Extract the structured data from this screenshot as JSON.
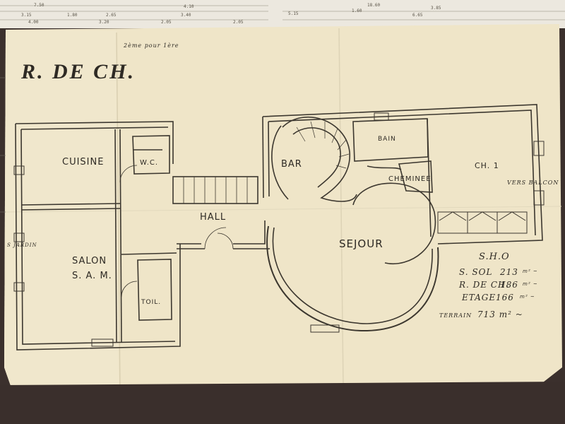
{
  "title": "R. DE CH.",
  "header_note": "2ème pour 1ère",
  "top_dimensions": [
    "7.50",
    "3.15",
    "1.80",
    "2.65",
    "4.00",
    "3.20",
    "4.10",
    "3.40",
    "2.05",
    "2.05",
    "5.15",
    "1.60",
    "18.60",
    "3.85",
    "6.65"
  ],
  "rooms": {
    "cuisine": "CUISINE",
    "wc": "W.C.",
    "salon": "SALON",
    "sam": "S. A. M.",
    "toilette": "TOIL.",
    "hall": "HALL",
    "bar": "BAR",
    "bain": "BAIN",
    "cheminee": "CHEMINEE",
    "chambre": "CH. 1",
    "sejour": "SEJOUR"
  },
  "annotations": {
    "vers_balcon": "VERS BALCON",
    "vers_jardin": "S JARDIN"
  },
  "surfaces": {
    "heading": "S.H.O",
    "rows": [
      {
        "label": "S. SOL",
        "value": "213",
        "unit": "m² ~"
      },
      {
        "label": "R. DE CH.",
        "value": "186",
        "unit": "m² ~"
      },
      {
        "label": "ETAGE",
        "value": "166",
        "unit": "m² ~"
      }
    ],
    "terrain_label": "TERRAIN",
    "terrain_value": "713 m² ~"
  }
}
